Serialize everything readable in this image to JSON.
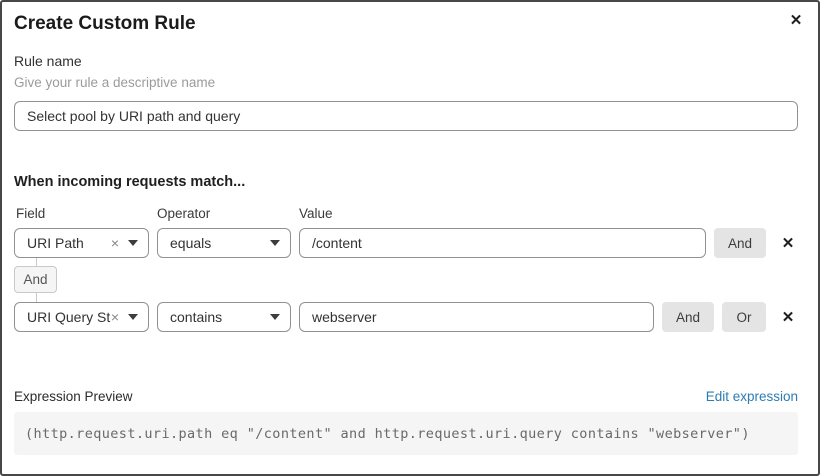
{
  "dialog": {
    "title": "Create Custom Rule",
    "close_icon": "✕"
  },
  "icons": {
    "clear": "×",
    "remove": "✕"
  },
  "rule_name": {
    "label": "Rule name",
    "helper": "Give your rule a descriptive name",
    "value": "Select pool by URI path and query"
  },
  "match": {
    "heading": "When incoming requests match...",
    "column_labels": {
      "field": "Field",
      "operator": "Operator",
      "value": "Value"
    },
    "connector_label": "And",
    "rows": [
      {
        "field": "URI Path",
        "operator": "equals",
        "value": "/content",
        "buttons": {
          "and": "And"
        }
      },
      {
        "field": "URI Query St...",
        "operator": "contains",
        "value": "webserver",
        "buttons": {
          "and": "And",
          "or": "Or"
        }
      }
    ]
  },
  "expression": {
    "label": "Expression Preview",
    "edit_link": "Edit expression",
    "code": "(http.request.uri.path eq \"/content\" and http.request.uri.query contains \"webserver\")"
  },
  "colors": {
    "link_blue": "#2c7cb0",
    "button_gray": "#e4e4e4",
    "code_background": "#f5f5f5",
    "dialog_border": "#474747",
    "input_border": "#919191"
  }
}
